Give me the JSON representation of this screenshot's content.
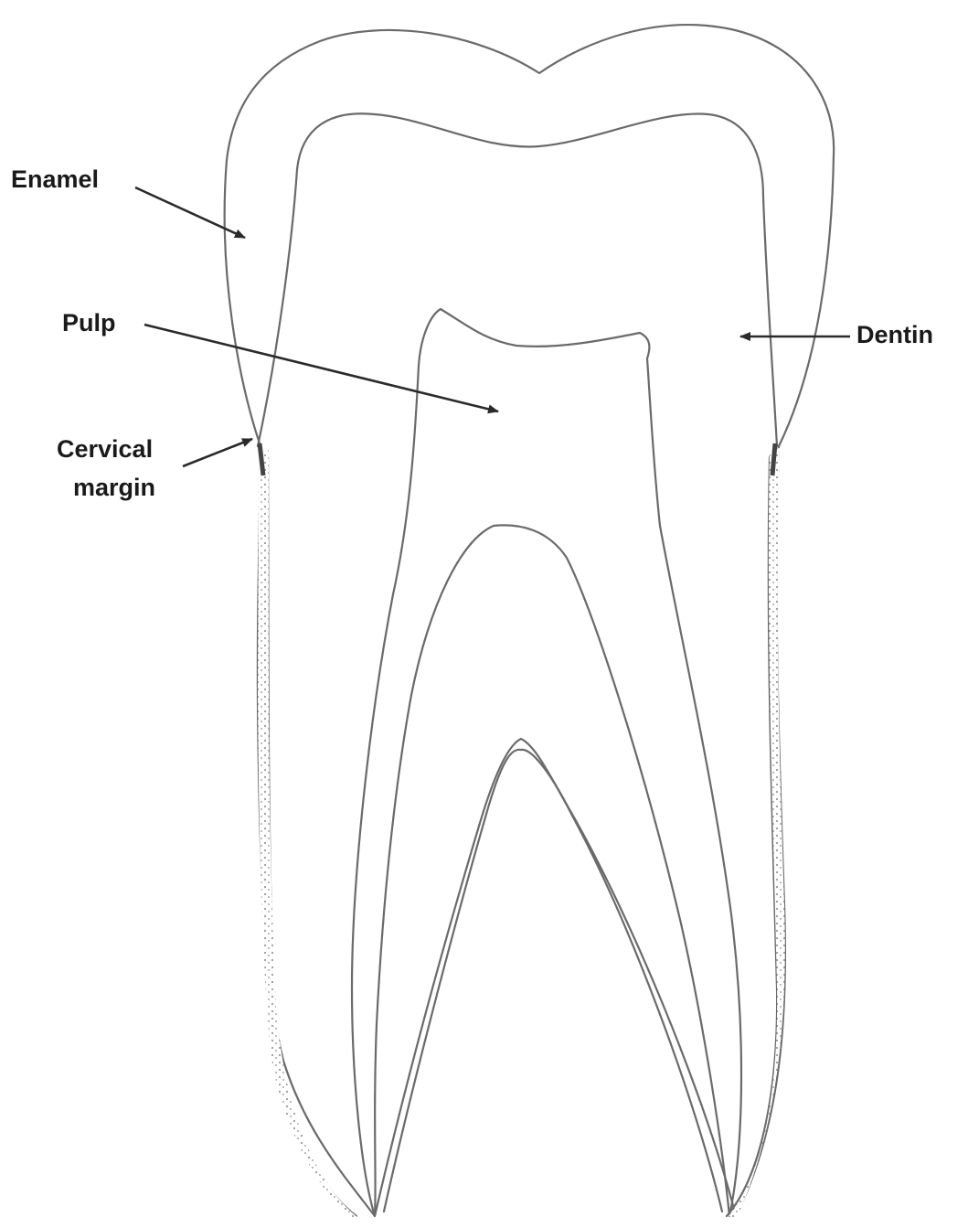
{
  "labels": {
    "enamel": "Enamel",
    "pulp": "Pulp",
    "cervical_line1": "Cervical",
    "cervical_line2": "margin",
    "dentin": "Dentin"
  },
  "colors": {
    "outline": "#6a6a6a",
    "stipple": "#9a9a9a",
    "text": "#1a1a1a",
    "background": "#ffffff"
  }
}
